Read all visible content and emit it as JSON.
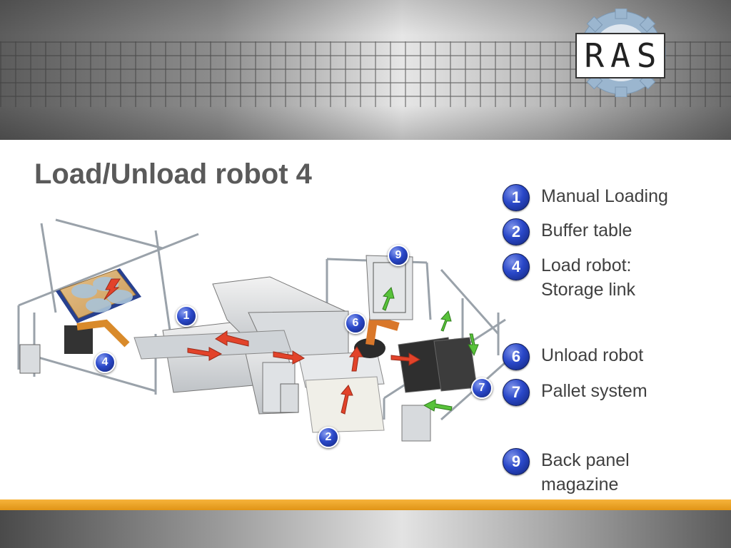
{
  "header": {
    "logo_letters": [
      "R",
      "A",
      "S"
    ]
  },
  "title": "Load/Unload robot 4",
  "legend": [
    {
      "number": "1",
      "label": "Manual Loading"
    },
    {
      "number": "2",
      "label": "Buffer table"
    },
    {
      "number": "4",
      "label": "Load robot:\nStorage link"
    },
    {
      "number": "6",
      "label": "Unload robot"
    },
    {
      "number": "7",
      "label": "Pallet system"
    },
    {
      "number": "9",
      "label": "Back panel\nmagazine"
    }
  ],
  "diagram": {
    "markers": [
      "1",
      "2",
      "4",
      "6",
      "7",
      "9"
    ],
    "arrow_colors": {
      "red": "#e2432a",
      "green": "#58c23a"
    }
  },
  "colors": {
    "accent_orange": "#f0a42a",
    "marker_blue": "#2a48c9",
    "title_gray": "#5a5a5a"
  }
}
